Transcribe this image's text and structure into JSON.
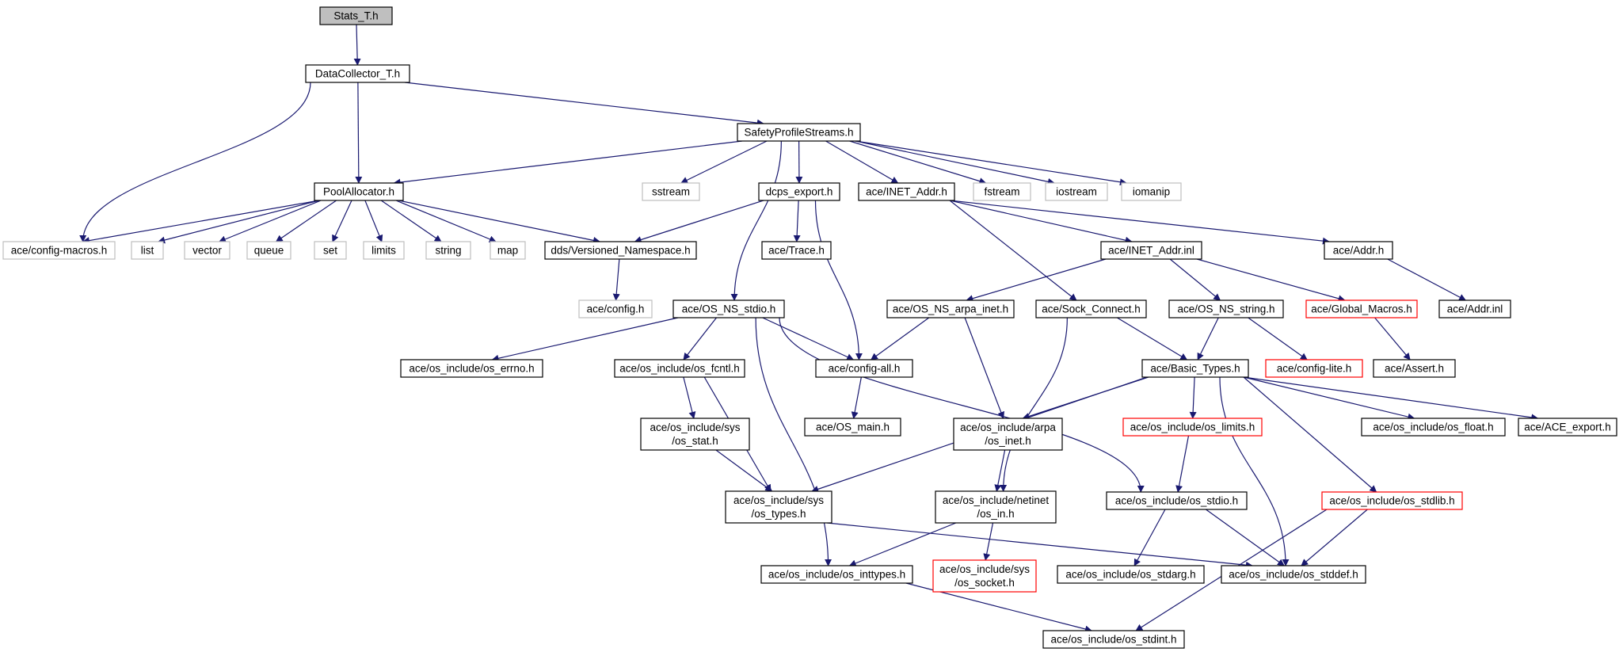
{
  "colors": {
    "edge": "#191970",
    "border_normal": "#000000",
    "border_missing": "#bfbfbf",
    "border_truncated": "#ff0000",
    "root_fill": "#bfbfbf",
    "fill": "#ffffff"
  },
  "nodes": [
    {
      "id": "stats",
      "lines": [
        "Stats_T.h"
      ],
      "style": "root"
    },
    {
      "id": "datacollector",
      "lines": [
        "DataCollector_T.h"
      ],
      "style": "normal"
    },
    {
      "id": "safety",
      "lines": [
        "SafetyProfileStreams.h"
      ],
      "style": "normal"
    },
    {
      "id": "pool",
      "lines": [
        "PoolAllocator.h"
      ],
      "style": "normal"
    },
    {
      "id": "sstream",
      "lines": [
        "sstream"
      ],
      "style": "missing"
    },
    {
      "id": "dcps",
      "lines": [
        "dcps_export.h"
      ],
      "style": "normal"
    },
    {
      "id": "inetaddr",
      "lines": [
        "ace/INET_Addr.h"
      ],
      "style": "normal"
    },
    {
      "id": "fstream",
      "lines": [
        "fstream"
      ],
      "style": "missing"
    },
    {
      "id": "iostream",
      "lines": [
        "iostream"
      ],
      "style": "missing"
    },
    {
      "id": "iomanip",
      "lines": [
        "iomanip"
      ],
      "style": "missing"
    },
    {
      "id": "configmacros",
      "lines": [
        "ace/config-macros.h"
      ],
      "style": "missing"
    },
    {
      "id": "list",
      "lines": [
        "list"
      ],
      "style": "missing"
    },
    {
      "id": "vector",
      "lines": [
        "vector"
      ],
      "style": "missing"
    },
    {
      "id": "queue",
      "lines": [
        "queue"
      ],
      "style": "missing"
    },
    {
      "id": "set",
      "lines": [
        "set"
      ],
      "style": "missing"
    },
    {
      "id": "limits",
      "lines": [
        "limits"
      ],
      "style": "missing"
    },
    {
      "id": "string",
      "lines": [
        "string"
      ],
      "style": "missing"
    },
    {
      "id": "map",
      "lines": [
        "map"
      ],
      "style": "missing"
    },
    {
      "id": "versioned",
      "lines": [
        "dds/Versioned_Namespace.h"
      ],
      "style": "normal"
    },
    {
      "id": "trace",
      "lines": [
        "ace/Trace.h"
      ],
      "style": "normal"
    },
    {
      "id": "inetinl",
      "lines": [
        "ace/INET_Addr.inl"
      ],
      "style": "normal"
    },
    {
      "id": "addrh",
      "lines": [
        "ace/Addr.h"
      ],
      "style": "normal"
    },
    {
      "id": "config",
      "lines": [
        "ace/config.h"
      ],
      "style": "missing"
    },
    {
      "id": "osstdio",
      "lines": [
        "ace/OS_NS_stdio.h"
      ],
      "style": "normal"
    },
    {
      "id": "arpainet",
      "lines": [
        "ace/OS_NS_arpa_inet.h"
      ],
      "style": "normal"
    },
    {
      "id": "sockconnect",
      "lines": [
        "ace/Sock_Connect.h"
      ],
      "style": "normal"
    },
    {
      "id": "osstring",
      "lines": [
        "ace/OS_NS_string.h"
      ],
      "style": "normal"
    },
    {
      "id": "globalmacros",
      "lines": [
        "ace/Global_Macros.h"
      ],
      "style": "truncated"
    },
    {
      "id": "addrinl",
      "lines": [
        "ace/Addr.inl"
      ],
      "style": "normal"
    },
    {
      "id": "errno",
      "lines": [
        "ace/os_include/os_errno.h"
      ],
      "style": "normal"
    },
    {
      "id": "fcntl",
      "lines": [
        "ace/os_include/os_fcntl.h"
      ],
      "style": "normal"
    },
    {
      "id": "configall",
      "lines": [
        "ace/config-all.h"
      ],
      "style": "normal"
    },
    {
      "id": "basictypes",
      "lines": [
        "ace/Basic_Types.h"
      ],
      "style": "normal"
    },
    {
      "id": "configlite",
      "lines": [
        "ace/config-lite.h"
      ],
      "style": "truncated"
    },
    {
      "id": "assert",
      "lines": [
        "ace/Assert.h"
      ],
      "style": "normal"
    },
    {
      "id": "osmain",
      "lines": [
        "ace/OS_main.h"
      ],
      "style": "normal"
    },
    {
      "id": "sysstat",
      "lines": [
        "ace/os_include/sys",
        "/os_stat.h"
      ],
      "style": "normal"
    },
    {
      "id": "arpa",
      "lines": [
        "ace/os_include/arpa",
        "/os_inet.h"
      ],
      "style": "normal"
    },
    {
      "id": "oslimits",
      "lines": [
        "ace/os_include/os_limits.h"
      ],
      "style": "truncated"
    },
    {
      "id": "osfloat",
      "lines": [
        "ace/os_include/os_float.h"
      ],
      "style": "normal"
    },
    {
      "id": "aceexport",
      "lines": [
        "ace/ACE_export.h"
      ],
      "style": "normal"
    },
    {
      "id": "systypes",
      "lines": [
        "ace/os_include/sys",
        "/os_types.h"
      ],
      "style": "normal"
    },
    {
      "id": "netinet",
      "lines": [
        "ace/os_include/netinet",
        "/os_in.h"
      ],
      "style": "normal"
    },
    {
      "id": "os_stdio",
      "lines": [
        "ace/os_include/os_stdio.h"
      ],
      "style": "normal"
    },
    {
      "id": "stdlib",
      "lines": [
        "ace/os_include/os_stdlib.h"
      ],
      "style": "truncated"
    },
    {
      "id": "inttypes",
      "lines": [
        "ace/os_include/os_inttypes.h"
      ],
      "style": "normal"
    },
    {
      "id": "syssocket",
      "lines": [
        "ace/os_include/sys",
        "/os_socket.h"
      ],
      "style": "truncated"
    },
    {
      "id": "stdarg",
      "lines": [
        "ace/os_include/os_stdarg.h"
      ],
      "style": "normal"
    },
    {
      "id": "stddef",
      "lines": [
        "ace/os_include/os_stddef.h"
      ],
      "style": "normal"
    },
    {
      "id": "stdint",
      "lines": [
        "ace/os_include/os_stdint.h"
      ],
      "style": "normal"
    }
  ],
  "edges": [
    [
      "stats",
      "datacollector"
    ],
    [
      "datacollector",
      "pool"
    ],
    [
      "datacollector",
      "safety"
    ],
    [
      "datacollector",
      "configmacros"
    ],
    [
      "safety",
      "pool"
    ],
    [
      "safety",
      "sstream"
    ],
    [
      "safety",
      "dcps"
    ],
    [
      "safety",
      "inetaddr"
    ],
    [
      "safety",
      "fstream"
    ],
    [
      "safety",
      "iostream"
    ],
    [
      "safety",
      "iomanip"
    ],
    [
      "safety",
      "osstdio"
    ],
    [
      "pool",
      "configmacros"
    ],
    [
      "pool",
      "list"
    ],
    [
      "pool",
      "vector"
    ],
    [
      "pool",
      "queue"
    ],
    [
      "pool",
      "set"
    ],
    [
      "pool",
      "limits"
    ],
    [
      "pool",
      "string"
    ],
    [
      "pool",
      "map"
    ],
    [
      "pool",
      "versioned"
    ],
    [
      "dcps",
      "versioned"
    ],
    [
      "dcps",
      "trace"
    ],
    [
      "dcps",
      "configall"
    ],
    [
      "inetaddr",
      "inetinl"
    ],
    [
      "inetaddr",
      "addrh"
    ],
    [
      "inetaddr",
      "sockconnect"
    ],
    [
      "versioned",
      "config"
    ],
    [
      "inetinl",
      "arpainet"
    ],
    [
      "inetinl",
      "osstring"
    ],
    [
      "inetinl",
      "globalmacros"
    ],
    [
      "addrh",
      "addrinl"
    ],
    [
      "osstdio",
      "errno"
    ],
    [
      "osstdio",
      "fcntl"
    ],
    [
      "osstdio",
      "configall"
    ],
    [
      "osstdio",
      "os_stdio"
    ],
    [
      "osstdio",
      "inttypes"
    ],
    [
      "arpainet",
      "configall"
    ],
    [
      "arpainet",
      "arpa"
    ],
    [
      "sockconnect",
      "basictypes"
    ],
    [
      "sockconnect",
      "netinet"
    ],
    [
      "osstring",
      "basictypes"
    ],
    [
      "osstring",
      "configlite"
    ],
    [
      "globalmacros",
      "assert"
    ],
    [
      "fcntl",
      "sysstat"
    ],
    [
      "fcntl",
      "systypes"
    ],
    [
      "configall",
      "osmain"
    ],
    [
      "basictypes",
      "arpa"
    ],
    [
      "basictypes",
      "oslimits"
    ],
    [
      "basictypes",
      "osfloat"
    ],
    [
      "basictypes",
      "aceexport"
    ],
    [
      "basictypes",
      "systypes"
    ],
    [
      "basictypes",
      "stdlib"
    ],
    [
      "basictypes",
      "stddef"
    ],
    [
      "sysstat",
      "systypes"
    ],
    [
      "arpa",
      "netinet"
    ],
    [
      "oslimits",
      "os_stdio"
    ],
    [
      "systypes",
      "stddef"
    ],
    [
      "netinet",
      "inttypes"
    ],
    [
      "netinet",
      "syssocket"
    ],
    [
      "os_stdio",
      "stdarg"
    ],
    [
      "os_stdio",
      "stddef"
    ],
    [
      "stdlib",
      "stddef"
    ],
    [
      "stdlib",
      "stdint"
    ],
    [
      "inttypes",
      "stdint"
    ]
  ]
}
